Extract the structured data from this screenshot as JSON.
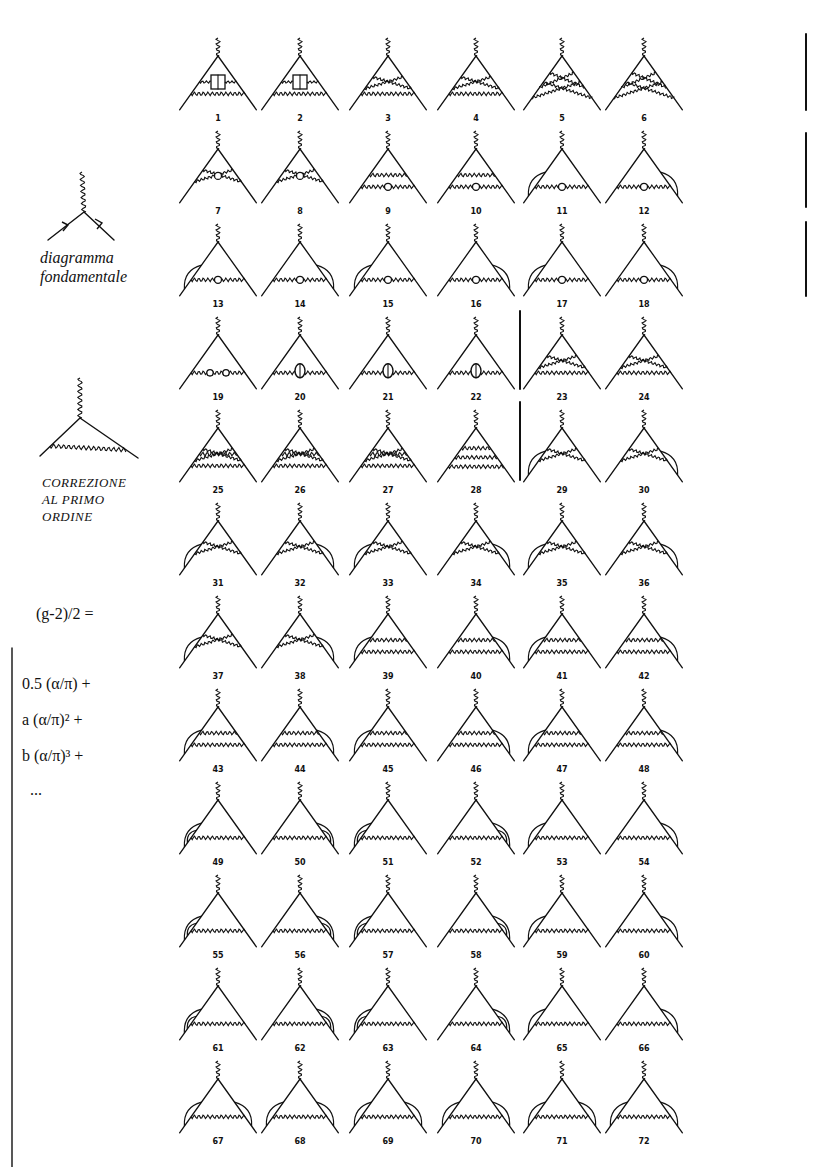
{
  "diagram": {
    "labels": [
      "1",
      "2",
      "3",
      "4",
      "5",
      "6",
      "7",
      "8",
      "9",
      "10",
      "11",
      "12",
      "13",
      "14",
      "15",
      "16",
      "17",
      "18",
      "19",
      "20",
      "21",
      "22",
      "23",
      "24",
      "25",
      "26",
      "27",
      "28",
      "29",
      "30",
      "31",
      "32",
      "33",
      "34",
      "35",
      "36",
      "37",
      "38",
      "39",
      "40",
      "41",
      "42",
      "43",
      "44",
      "45",
      "46",
      "47",
      "48",
      "49",
      "50",
      "51",
      "52",
      "53",
      "54",
      "55",
      "56",
      "57",
      "58",
      "59",
      "60",
      "61",
      "62",
      "63",
      "64",
      "65",
      "66",
      "67",
      "68",
      "69",
      "70",
      "71",
      "72",
      "diagramma fondamentale",
      "CORREZIONE AL PRIMO ORDINE",
      "(g-2)/2 =",
      "0.5 (α/π) +",
      "a (α/π)² +",
      "b (α/π)³ +",
      "..."
    ]
  }
}
